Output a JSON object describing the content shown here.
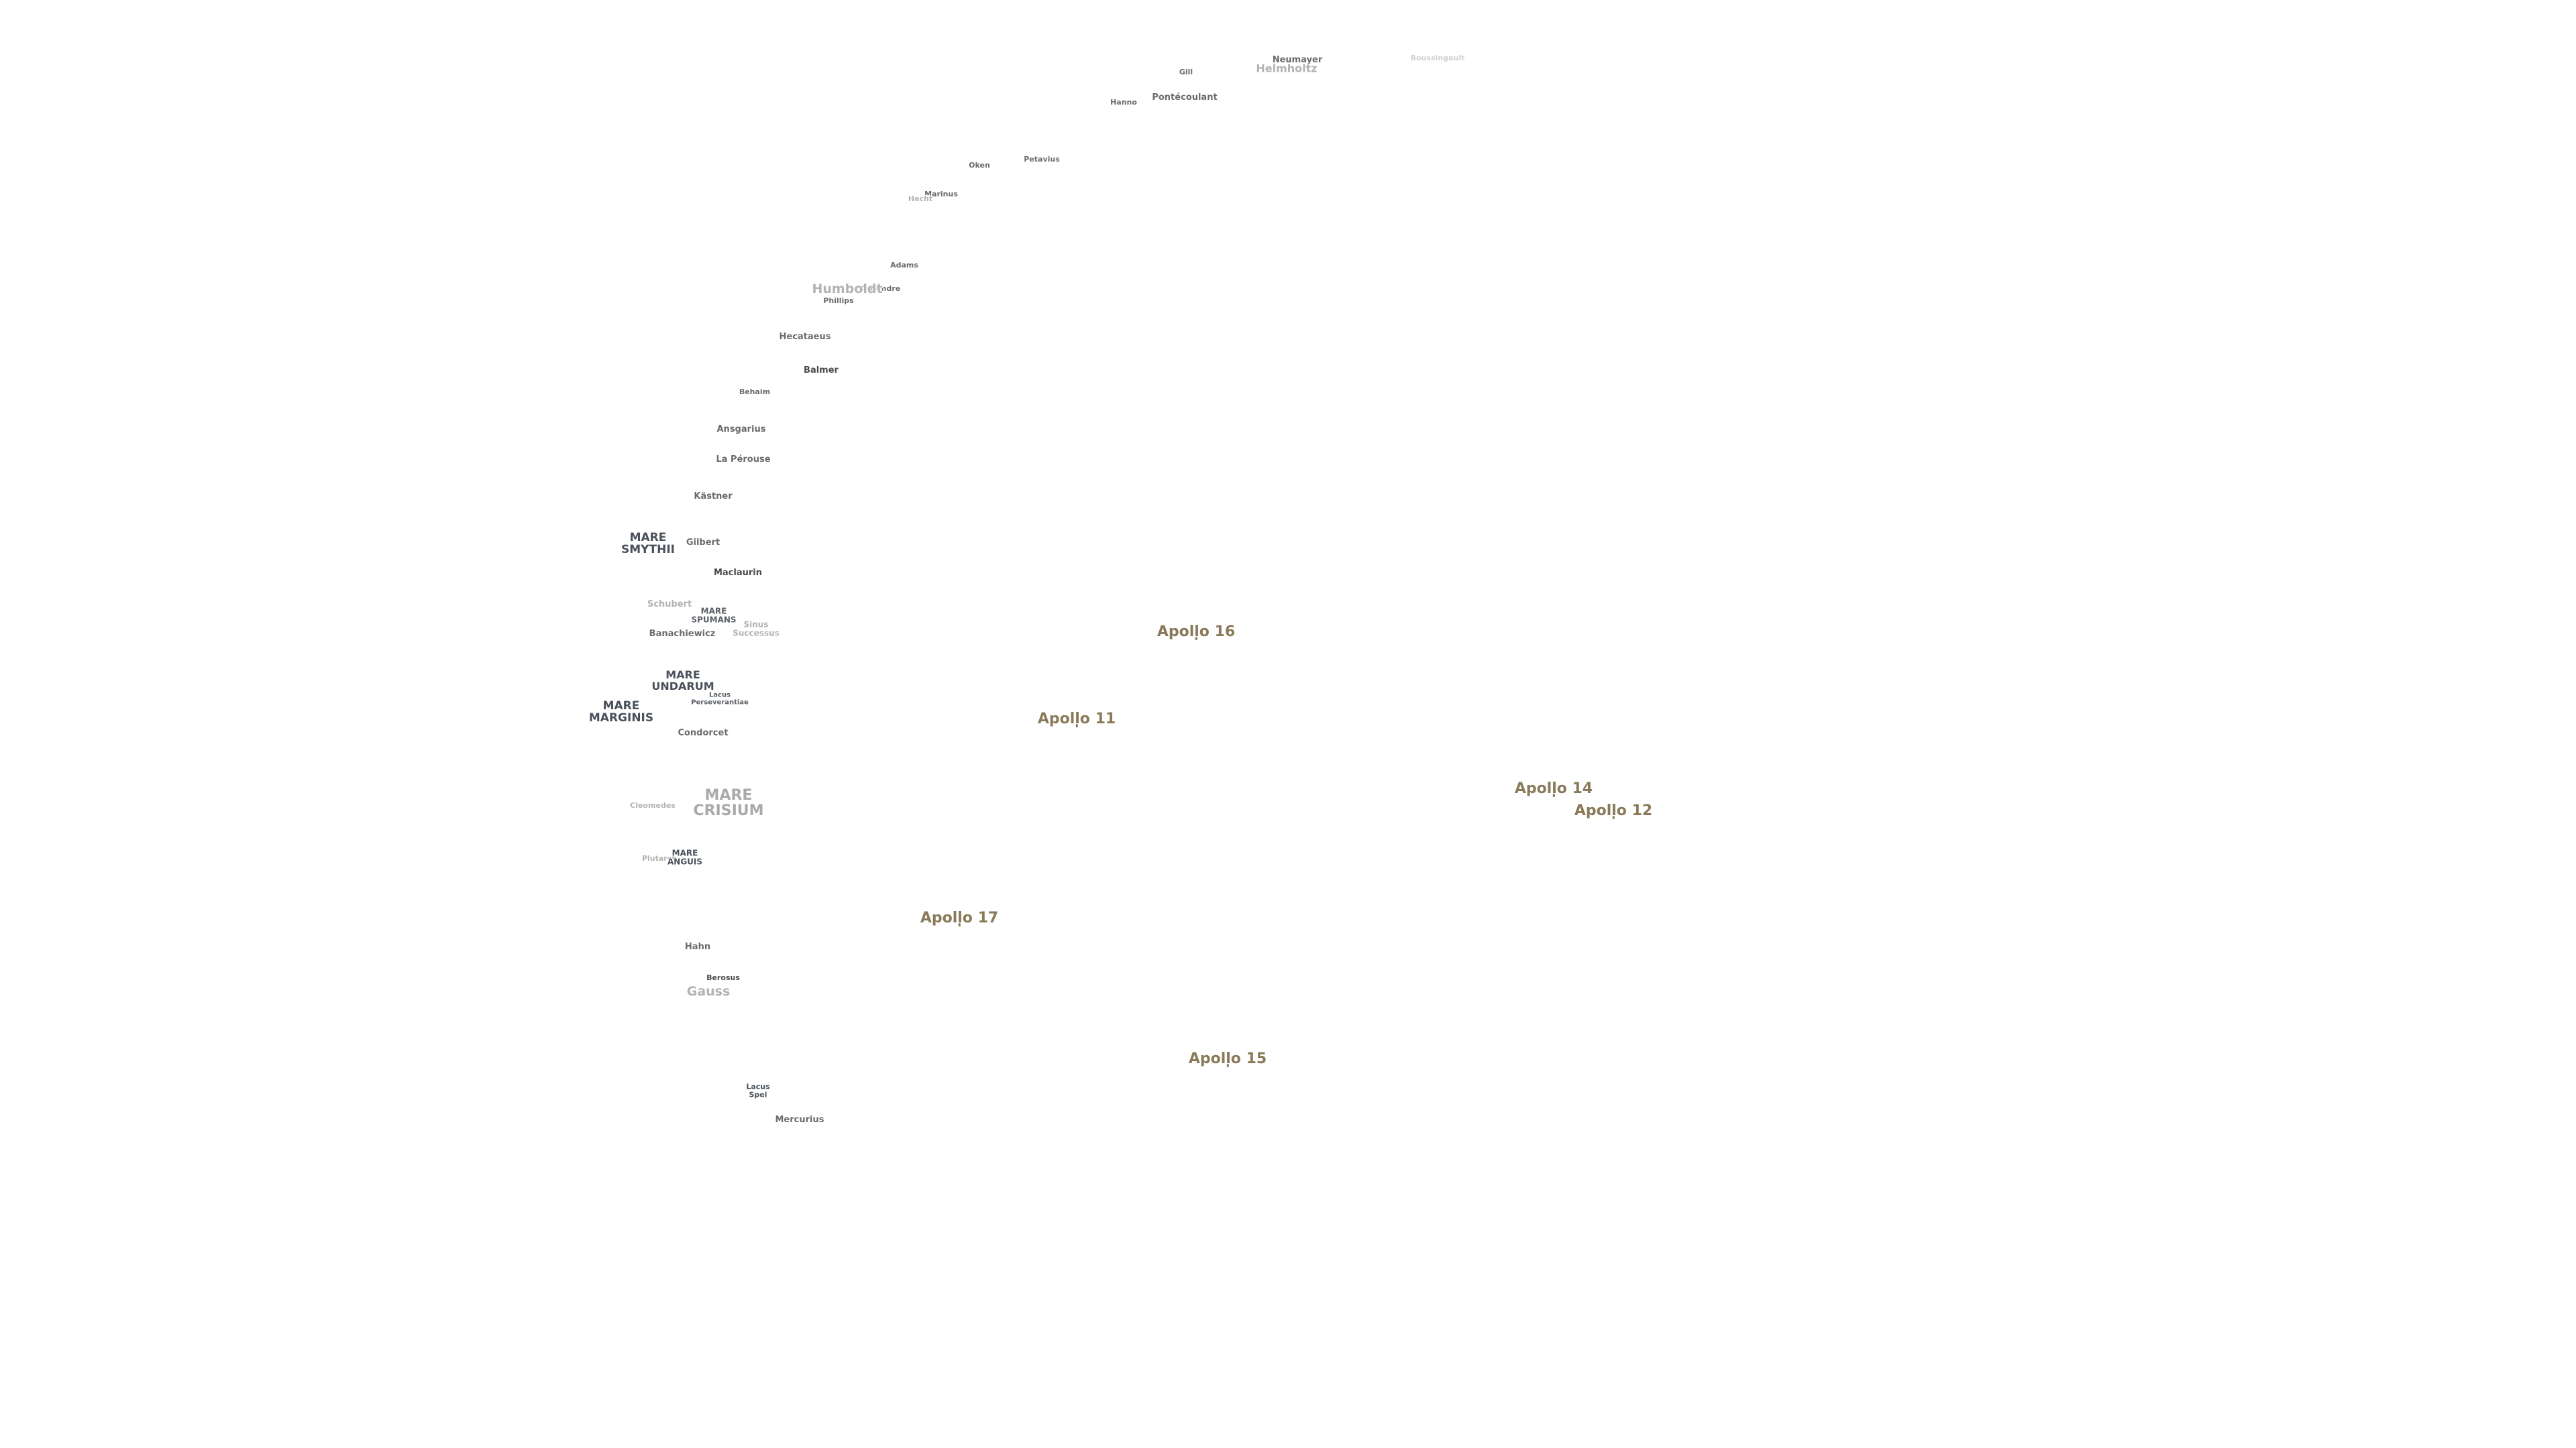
{
  "map": {
    "background": "#ffffff",
    "apollo_color": "#8a7a5a",
    "crater_labels": [
      {
        "id": "neumayer",
        "text": "Neumayer",
        "style": "dark"
      },
      {
        "id": "helmholtz",
        "text": "Helmholtz",
        "style": "faint"
      },
      {
        "id": "gill",
        "text": "Gill",
        "style": "mid"
      },
      {
        "id": "boussingault",
        "text": "Boussingault",
        "style": "vfaint"
      },
      {
        "id": "hanno",
        "text": "Hanno",
        "style": "dark"
      },
      {
        "id": "pontecoulant",
        "text": "Pontécoulant",
        "style": "dark"
      },
      {
        "id": "oken",
        "text": "Oken",
        "style": "mid"
      },
      {
        "id": "petavius_s",
        "text": "Petavius",
        "style": "dark"
      },
      {
        "id": "marinus",
        "text": "Marinus",
        "style": "mid"
      },
      {
        "id": "hecht",
        "text": "Hecht",
        "style": "faint"
      },
      {
        "id": "adams",
        "text": "Adams",
        "style": "dark"
      },
      {
        "id": "legendre",
        "text": "Legendre",
        "style": "dark"
      },
      {
        "id": "humboldt",
        "text": "Humboldt",
        "style": "faint"
      },
      {
        "id": "phillips",
        "text": "Phillips",
        "style": "mid"
      },
      {
        "id": "hecataeus",
        "text": "Hecataeus",
        "style": "mid"
      },
      {
        "id": "balmer",
        "text": "Balmer",
        "style": "dark"
      },
      {
        "id": "behaim",
        "text": "Behaim",
        "style": "mid"
      },
      {
        "id": "ansgarius",
        "text": "Ansgarius",
        "style": "mid"
      },
      {
        "id": "la_perouse",
        "text": "La Pérouse",
        "style": "mid"
      },
      {
        "id": "kastner",
        "text": "Kästner",
        "style": "mid"
      },
      {
        "id": "gilbert",
        "text": "Gilbert",
        "style": "mid"
      },
      {
        "id": "maclaurin",
        "text": "Maclaurin",
        "style": "dark"
      },
      {
        "id": "schubert",
        "text": "Schubert",
        "style": "faint"
      },
      {
        "id": "banachiewicz",
        "text": "Banachiewicz",
        "style": "mid"
      },
      {
        "id": "condorcet",
        "text": "Condorcet",
        "style": "mid"
      },
      {
        "id": "cleomedes_partial",
        "text": "Cleomedes",
        "style": "faint"
      },
      {
        "id": "hahn",
        "text": "Hahn",
        "style": "mid"
      },
      {
        "id": "berosus",
        "text": "Berosus",
        "style": "dark"
      },
      {
        "id": "gauss",
        "text": "Gauss",
        "style": "faint"
      },
      {
        "id": "mercurius",
        "text": "Mercurius",
        "style": "mid"
      },
      {
        "id": "plutarch_partial",
        "text": "Plutarch",
        "style": "faint"
      }
    ],
    "mare_labels": [
      {
        "id": "mare_smythii",
        "lines": [
          "MARE",
          "SMYTHII"
        ],
        "style": "dark"
      },
      {
        "id": "mare_spumans",
        "lines": [
          "MARE",
          "SPUMANS"
        ],
        "style": "small"
      },
      {
        "id": "sinus_successus",
        "lines": [
          "Sinus",
          "Successus"
        ],
        "style": "small-faint"
      },
      {
        "id": "mare_undarum",
        "lines": [
          "MARE",
          "UNDARUM"
        ],
        "style": "dark"
      },
      {
        "id": "lacus_perseverantiae",
        "lines": [
          "Lacus",
          "Perseverantiae"
        ],
        "style": "small"
      },
      {
        "id": "mare_marginis",
        "lines": [
          "MARE",
          "MARGINIS"
        ],
        "style": "dark"
      },
      {
        "id": "mare_crisium",
        "lines": [
          "MARE",
          "CRISIUM"
        ],
        "style": "faint"
      },
      {
        "id": "mare_anguis",
        "lines": [
          "MARE",
          "ANGUIS"
        ],
        "style": "small"
      },
      {
        "id": "lacus_spei",
        "lines": [
          "Lacus",
          "Spei"
        ],
        "style": "small"
      }
    ],
    "apollo_sites": [
      {
        "id": "apollo_16",
        "text": "Apollo 16"
      },
      {
        "id": "apollo_11",
        "text": "Apollo 11"
      },
      {
        "id": "apollo_14",
        "text": "Apollo 14"
      },
      {
        "id": "apollo_12",
        "text": "Apollo 12"
      },
      {
        "id": "apollo_17",
        "text": "Apollo 17"
      },
      {
        "id": "apollo_15",
        "text": "Apollo 15"
      }
    ]
  }
}
